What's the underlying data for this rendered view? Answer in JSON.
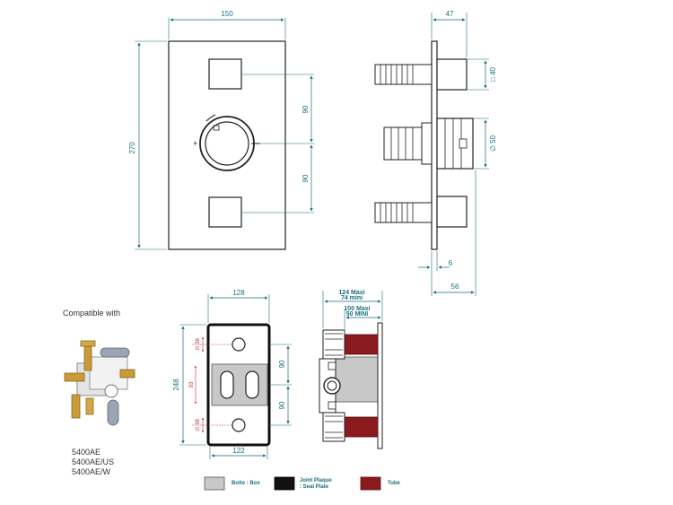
{
  "front": {
    "width": "150",
    "height": "270",
    "top_spacing": "90",
    "bottom_spacing": "90"
  },
  "side": {
    "depth": "47",
    "square": "□ 40",
    "diameter": "∅ 50",
    "plate": "6",
    "total": "56"
  },
  "box": {
    "width_top": "128",
    "width_bottom": "122",
    "height": "248",
    "d1": "∅ 38",
    "d2": "∅ 38",
    "mid": "93",
    "s1": "90",
    "s2": "90"
  },
  "section": {
    "maxi": "124 Maxi",
    "mini": "74 mini",
    "maxi2": "100 Maxi",
    "mini2": "50 MINI"
  },
  "compat": {
    "title": "Compatible with",
    "models": [
      "5400AE",
      "5400AE/US",
      "5400AE/W"
    ]
  },
  "legend": [
    {
      "label": "Boite : Box",
      "color": "#c8c8c8"
    },
    {
      "label": "Joint Plaque : Seal Plate",
      "label1": "Joint Plaque",
      "label2": ": Seal Plate",
      "color": "#111111"
    },
    {
      "label": "Tube",
      "color": "#8b1a1f"
    }
  ]
}
